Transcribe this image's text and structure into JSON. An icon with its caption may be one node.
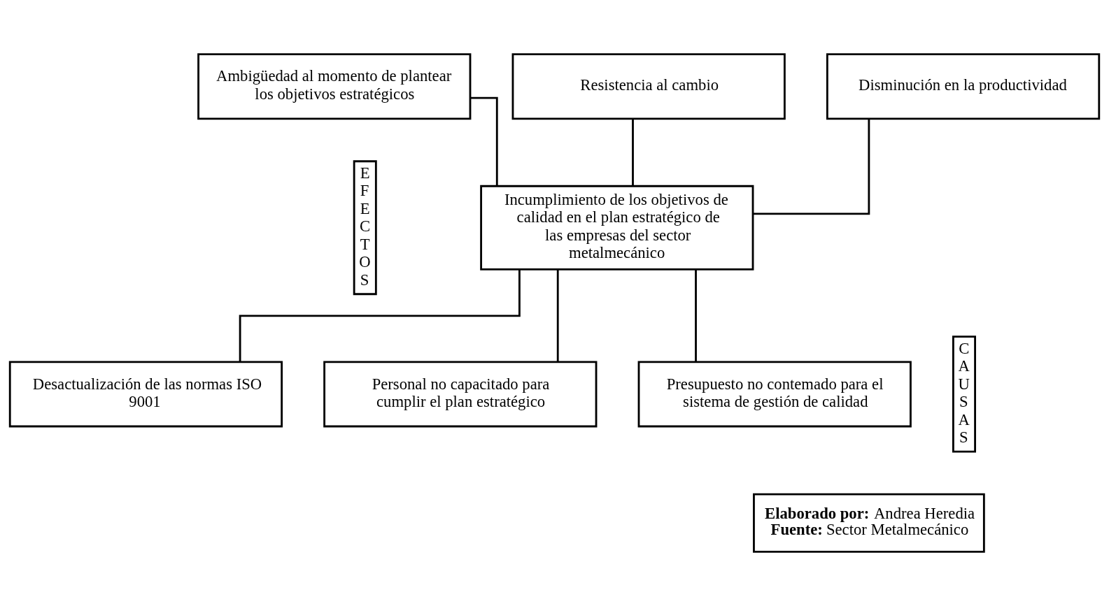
{
  "diagram": {
    "nodes": [
      {
        "text": [
          "Ambigüedad al momento de plantear los objetivos estratégicos"
        ]
      },
      {
        "text": [
          "Resistencia al cambio"
        ]
      },
      {
        "text": [
          "Disminución en la productividad"
        ]
      },
      {
        "text": [
          "Incumplimiento de los objetivos de calidad en el plan estratégico de las empresas del sector metalmecánico"
        ]
      },
      {
        "text": [
          "Desactualización de las normas ISO 9001"
        ]
      },
      {
        "text": [
          "Personal no capacitado para cumplir el plan estratégico"
        ]
      },
      {
        "text": [
          "Presupuesto no contemado para el sistema de gestión de calidad"
        ]
      },
      {
        "text": [
          "EFECTOS"
        ]
      },
      {
        "text": [
          "CAUSAS"
        ]
      },
      {
        "text": [
          "**Elaborado por:** Andrea Heredia",
          "**Fuente:** Sector Metalmecánico"
        ]
      }
    ],
    "edges": [
      {
        "from": 0,
        "to": 3,
        "arrow": "none"
      },
      {
        "from": 1,
        "to": 3,
        "arrow": "none"
      },
      {
        "from": 2,
        "to": 3,
        "arrow": "none"
      },
      {
        "from": 3,
        "to": 4,
        "arrow": "none"
      },
      {
        "from": 3,
        "to": 5,
        "arrow": "none"
      },
      {
        "from": 3,
        "to": 6,
        "arrow": "none"
      }
    ]
  }
}
